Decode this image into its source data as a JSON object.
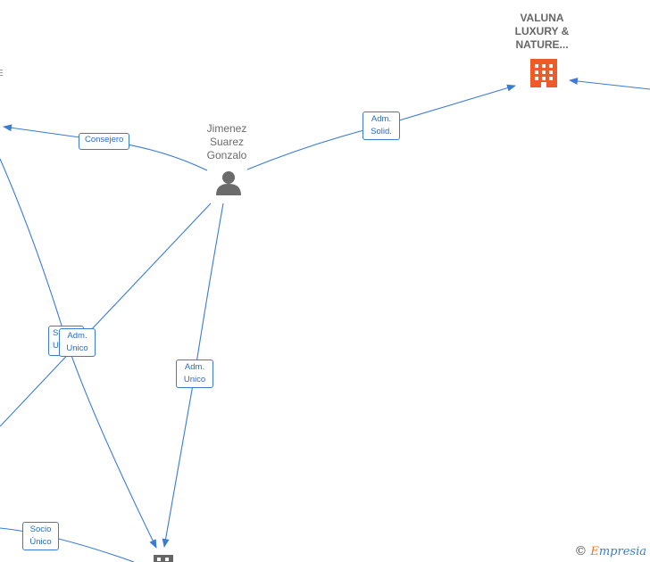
{
  "nodes": {
    "person": {
      "name": "Jimenez\nSuarez\nGonzalo",
      "icon": "person-icon"
    },
    "company_top": {
      "name": "VALUNA\nLUXURY &\nNATURE...",
      "icon": "building-icon",
      "color": "#f05a28"
    },
    "company_bottom": {
      "icon": "building-icon",
      "color": "#666666"
    }
  },
  "edge_labels": {
    "consejero": "Consejero",
    "adm_solid": "Adm.\nSolid.",
    "adm_unico_left": "Adm.\nUnico",
    "socio_unico_hidden": "S\nU",
    "adm_unico_mid": "Adm.\nUnico",
    "socio_unico": "Socio\nÚnico"
  },
  "fragments": {
    "left_edge_text": "E"
  },
  "brand": {
    "copyright": "©",
    "e": "E",
    "rest": "mpresia"
  },
  "colors": {
    "edge": "#3a7bd5",
    "company_active": "#f05a28",
    "company_inactive": "#666666",
    "person": "#6b6b6b"
  }
}
